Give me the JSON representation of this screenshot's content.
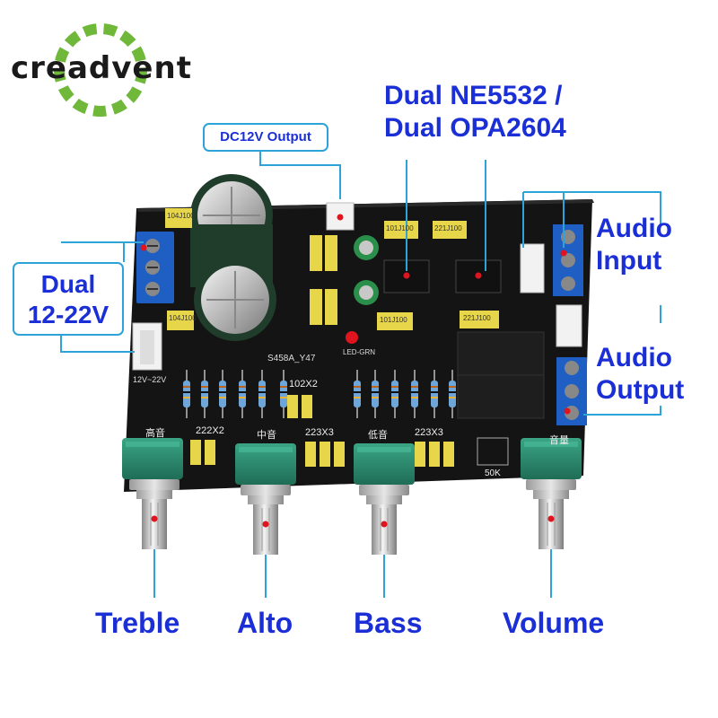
{
  "logo": {
    "text": "creadvent",
    "gear_color": "#6fb83a"
  },
  "callouts": {
    "dc_output": "DC12V Output",
    "op_amp_line1": "Dual NE5532 /",
    "op_amp_line2": "Dual OPA2604",
    "audio_input_line1": "Audio",
    "audio_input_line2": "Input",
    "audio_output_line1": "Audio",
    "audio_output_line2": "Output",
    "power_line1": "Dual",
    "power_line2": "12-22V"
  },
  "knobs": {
    "treble": "Treble",
    "alto": "Alto",
    "bass": "Bass",
    "volume": "Volume"
  },
  "board_markings": {
    "cap_top_left": "104J100",
    "cap_mid_left": "104J100",
    "cap_top_center": "101J100",
    "cap_top_right": "221J100",
    "cap_right": "221J100",
    "cap_lower": "101J100",
    "silk_model": "S458A_Y47",
    "silk_voltage": "12V~22V",
    "silk_led": "LED-GRN",
    "group_102": "102X2",
    "group_222": "222X2",
    "group_223a": "223X3",
    "group_223b": "223X3",
    "label_treble_cn": "高音",
    "label_mid_cn": "中音",
    "label_bass_cn": "低音",
    "label_vol_cn": "音量",
    "pot_value": "50K"
  },
  "colors": {
    "label_blue": "#1b2fd6",
    "callout_line": "#2ea3d8",
    "pcb": "#141414",
    "terminal_blue": "#1f5fc4",
    "pot_green": "#2f8f73",
    "marker_red": "#e0141e"
  }
}
